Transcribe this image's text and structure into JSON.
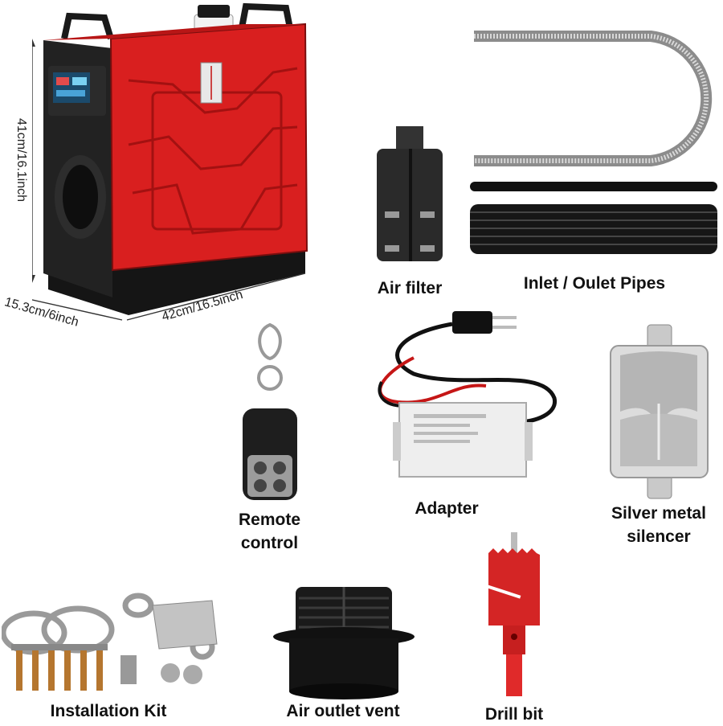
{
  "heater": {
    "height_label": "41cm/16.1inch",
    "width_label": "42cm/16.5inch",
    "depth_label": "15.3cm/6inch",
    "body_color": "#d91f1f",
    "frame_color": "#1b1b1b"
  },
  "components": [
    {
      "label": "Air filter",
      "icon": "air-filter-icon"
    },
    {
      "label": "Inlet / Oulet Pipes",
      "icon": "pipes-icon"
    },
    {
      "label_lines": [
        "Remote",
        "control"
      ],
      "icon": "remote-icon"
    },
    {
      "label": "Adapter",
      "icon": "adapter-icon"
    },
    {
      "label_lines": [
        "Silver metal",
        "silencer"
      ],
      "icon": "silencer-icon"
    },
    {
      "label": "Installation Kit",
      "icon": "clamps-icon"
    },
    {
      "label": "Air outlet vent",
      "icon": "vent-icon"
    },
    {
      "label": "Drill bit",
      "icon": "drill-bit-icon"
    }
  ]
}
